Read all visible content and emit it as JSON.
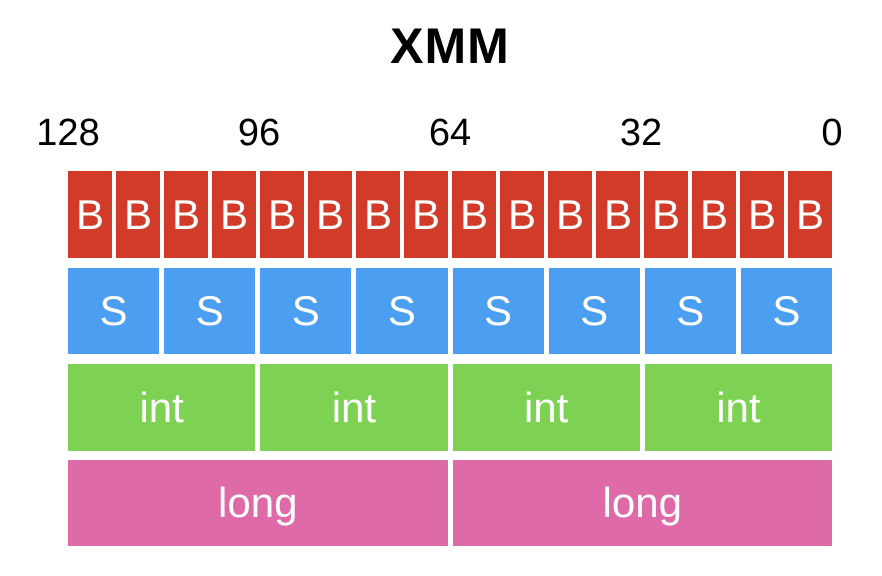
{
  "title": "XMM",
  "bit_labels": [
    "128",
    "96",
    "64",
    "32",
    "0"
  ],
  "colors": {
    "byte": "#d23b2a",
    "short": "#4b9ef0",
    "int": "#7ed253",
    "long": "#de6aa7",
    "cell_text": "#ffffff",
    "label_text": "#000000",
    "background": "#ffffff"
  },
  "rows": [
    {
      "type": "byte-row",
      "color": "#d23b2a",
      "cells": [
        "B",
        "B",
        "B",
        "B",
        "B",
        "B",
        "B",
        "B",
        "B",
        "B",
        "B",
        "B",
        "B",
        "B",
        "B",
        "B"
      ]
    },
    {
      "type": "short-row",
      "color": "#4b9ef0",
      "cells": [
        "S",
        "S",
        "S",
        "S",
        "S",
        "S",
        "S",
        "S"
      ]
    },
    {
      "type": "int-row",
      "color": "#7ed253",
      "cells": [
        "int",
        "int",
        "int",
        "int"
      ]
    },
    {
      "type": "long-row",
      "color": "#de6aa7",
      "cells": [
        "long",
        "long"
      ]
    }
  ]
}
